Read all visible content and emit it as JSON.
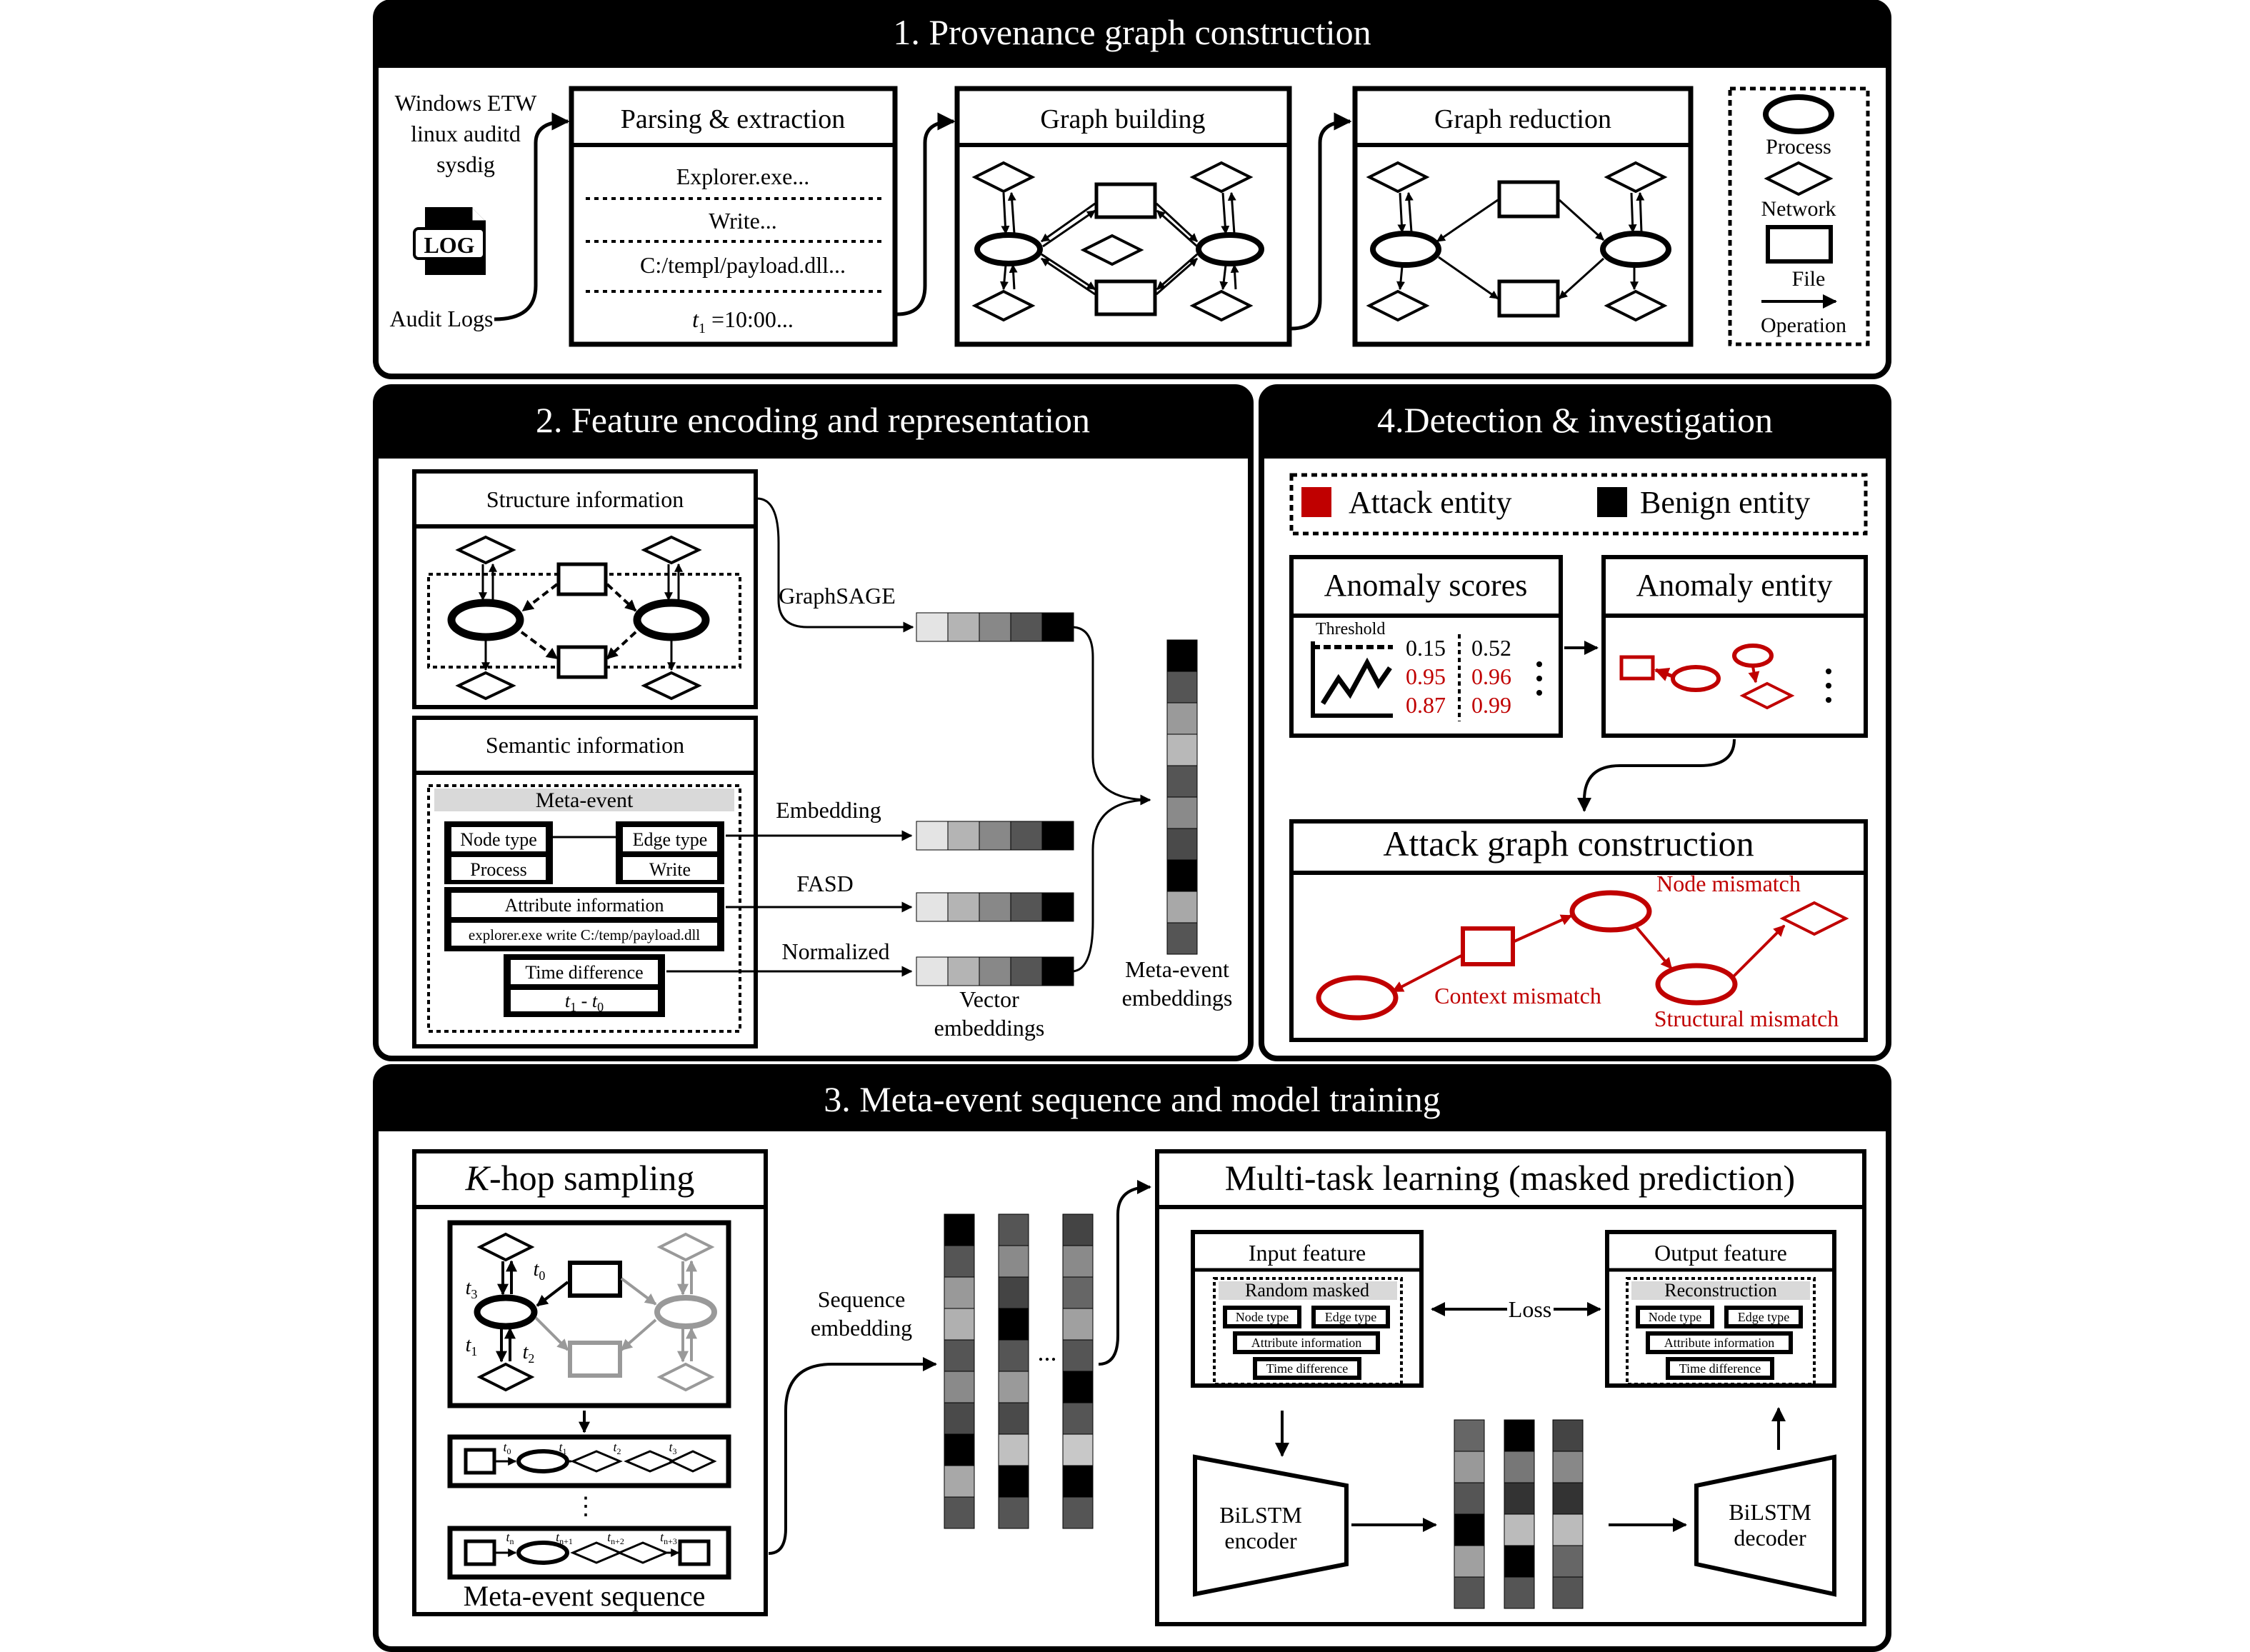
{
  "panels": {
    "p1": {
      "title": "1. Provenance graph construction"
    },
    "p2": {
      "title": "2. Feature encoding and representation"
    },
    "p3": {
      "title": "3. Meta-event sequence and model training"
    },
    "p4": {
      "title": "4.Detection & investigation"
    }
  },
  "p1": {
    "sources": [
      "Windows ETW",
      "linux auditd",
      "sysdig"
    ],
    "log_icon_text": "LOG",
    "audit_logs": "Audit Logs",
    "parsing_title": "Parsing & extraction",
    "parsing_lines": [
      "Explorer.exe...",
      "Write...",
      "C:/templ/payload.dll..."
    ],
    "time_var": "t",
    "time_sub": "1",
    "time_value": " =10:00...",
    "graph_building_title": "Graph building",
    "graph_reduction_title": "Graph reduction",
    "legend": {
      "process": "Process",
      "network": "Network",
      "file": "File",
      "operation": "Operation"
    }
  },
  "p2": {
    "structure_title": "Structure information",
    "semantic_title": "Semantic information",
    "meta_event": "Meta-event",
    "node_type": "Node type",
    "node_type_value": "Process",
    "edge_type": "Edge type",
    "edge_type_value": "Write",
    "attribute_info": "Attribute information",
    "attribute_value": "explorer.exe write C:/temp/payload.dll",
    "time_difference": "Time difference",
    "time_formula_a": "t",
    "time_formula_a_sub": "1",
    "time_formula_sep": " - ",
    "time_formula_b": "t",
    "time_formula_b_sub": "0",
    "graphsage": "GraphSAGE",
    "embedding": "Embedding",
    "fasd": "FASD",
    "normalized": "Normalized",
    "vector_embeddings": [
      "Vector",
      "embeddings"
    ],
    "meta_event_embeddings": [
      "Meta-event",
      "embeddings"
    ],
    "vector_grays": [
      "#e4e4e4",
      "#b4b4b4",
      "#888888",
      "#555555",
      "#000000"
    ],
    "meta_grays": [
      "#000000",
      "#555555",
      "#9a9a9a",
      "#b8b8b8",
      "#555555",
      "#8a8a8a",
      "#4a4a4a",
      "#000000",
      "#a8a8a8",
      "#555555"
    ]
  },
  "p3": {
    "khop_title_var": "K",
    "khop_title_rest": "-hop sampling",
    "time_labels": [
      {
        "v": "t",
        "s": "3"
      },
      {
        "v": "t",
        "s": "0"
      },
      {
        "v": "t",
        "s": "1"
      },
      {
        "v": "t",
        "s": "2"
      }
    ],
    "seq_top_labels": [
      {
        "v": "t",
        "s": "0"
      },
      {
        "v": "t",
        "s": "1"
      },
      {
        "v": "t",
        "s": "2"
      },
      {
        "v": "t",
        "s": "3"
      }
    ],
    "seq_bottom_labels": [
      {
        "v": "t",
        "s": "n"
      },
      {
        "v": "t",
        "s": "n+1"
      },
      {
        "v": "t",
        "s": "n+2"
      },
      {
        "v": "t",
        "s": "n+3"
      }
    ],
    "ellipsis_v": "⋮",
    "meta_event_sequence": "Meta-event sequence",
    "sequence_embedding": [
      "Sequence",
      "embedding"
    ],
    "ellipsis_h": "...",
    "multitask_title": "Multi-task learning (masked prediction)",
    "input_feature": "Input feature",
    "output_feature": "Output feature",
    "random_masked": "Random masked",
    "reconstruction": "Reconstruction",
    "loss": "Loss",
    "node_type": "Node type",
    "edge_type": "Edge type",
    "attribute_info": "Attribute information",
    "time_difference": "Time difference",
    "encoder": [
      "BiLSTM",
      "encoder"
    ],
    "decoder": [
      "BiLSTM",
      "decoder"
    ],
    "col1": [
      "#000000",
      "#555555",
      "#999999",
      "#b0b0b0",
      "#555555",
      "#8a8a8a",
      "#4a4a4a",
      "#000000",
      "#a8a8a8",
      "#555555"
    ],
    "col2": [
      "#555555",
      "#8a8a8a",
      "#444444",
      "#000000",
      "#555555",
      "#9a9a9a",
      "#4a4a4a",
      "#c0c0c0",
      "#000000",
      "#555555"
    ],
    "col3": [
      "#444444",
      "#8a8a8a",
      "#666666",
      "#a0a0a0",
      "#555555",
      "#000000",
      "#555555",
      "#c8c8c8",
      "#000000",
      "#555555"
    ],
    "lat1": [
      "#666666",
      "#999999",
      "#555555",
      "#000000",
      "#a0a0a0",
      "#555555"
    ],
    "lat2": [
      "#000000",
      "#777777",
      "#333333",
      "#bbbbbb",
      "#000000",
      "#555555"
    ],
    "lat3": [
      "#444444",
      "#888888",
      "#333333",
      "#bbbbbb",
      "#666666",
      "#555555"
    ]
  },
  "p4": {
    "attack_entity": "Attack entity",
    "benign_entity": "Benign entity",
    "anomaly_scores": "Anomaly scores",
    "threshold": "Threshold",
    "scores_col1": [
      "0.15",
      "0.95",
      "0.87"
    ],
    "scores_col2": [
      "0.52",
      "0.96",
      "0.99"
    ],
    "anomaly_entity": "Anomaly entity",
    "attack_graph_title": "Attack graph construction",
    "node_mismatch": "Node mismatch",
    "context_mismatch": "Context mismatch",
    "structural_mismatch": "Structural mismatch",
    "colors": {
      "attack": "#c00000",
      "benign": "#000000"
    }
  }
}
